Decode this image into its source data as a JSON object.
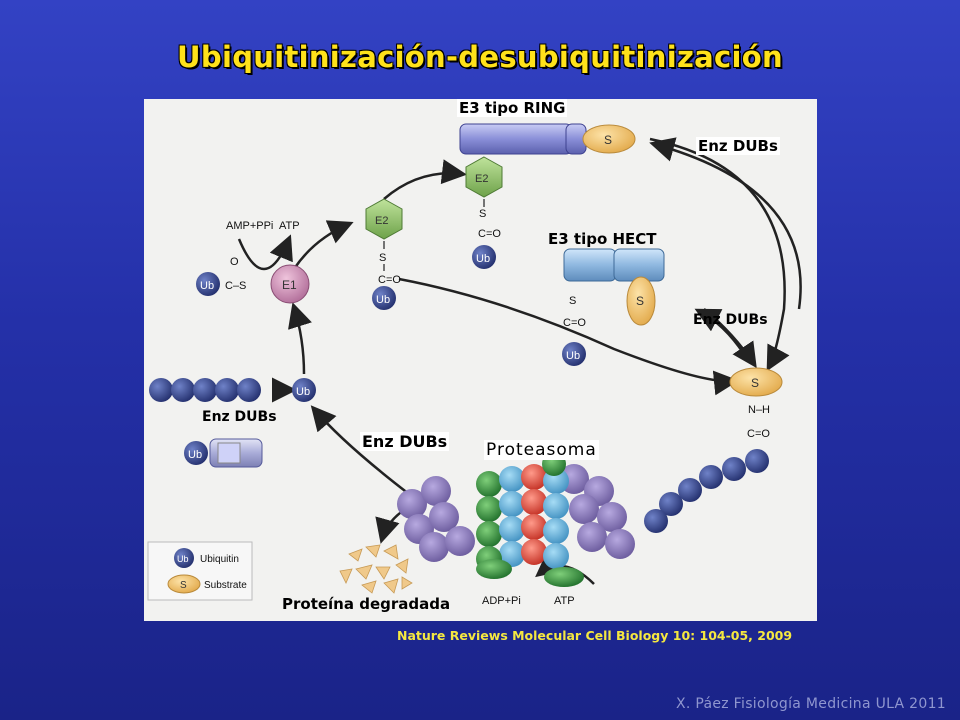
{
  "title": "Ubiquitinización-desubiquitinización",
  "labels": {
    "e3_ring": "E3 tipo RING",
    "e3_hect": "E3 tipo HECT",
    "enz_dubs_1": "Enz DUBs",
    "enz_dubs_2": "Enz DUBs",
    "enz_dubs_3": "Enz DUBs",
    "enz_dubs_4": "Enz DUBs",
    "proteasoma": "Proteasoma",
    "proteina_degradada": "Proteína degradada"
  },
  "diagram_text": {
    "ub": "Ub",
    "s": "S",
    "e1": "E1",
    "e2": "E2",
    "amp_ppi": "AMP+PPi",
    "atp": "ATP",
    "adp_pi": "ADP+Pi",
    "atp2": "ATP",
    "sulfur": "S",
    "carbonyl": "C=O",
    "nh": "N–H",
    "thioester": "O",
    "thioester_row": "C–S",
    "legend_ubiquitin": "Ubiquitin",
    "legend_substrate": "Substrate"
  },
  "colors": {
    "ubiquitin": "#2f3f86",
    "substrate": "#f1c56b",
    "e1": "#c889b0",
    "e2": "#8fbf6a",
    "e3_ring": "#8f94d8",
    "e3_hect": "#8fb8e0",
    "proteasome_purple": "#8a7ab8",
    "proteasome_green": "#2f8a3a",
    "title": "#ffe21a"
  },
  "citation": "Nature Reviews Molecular Cell Biology 10: 104-05, 2009",
  "footer": "X. Páez Fisiología Medicina ULA 2011"
}
